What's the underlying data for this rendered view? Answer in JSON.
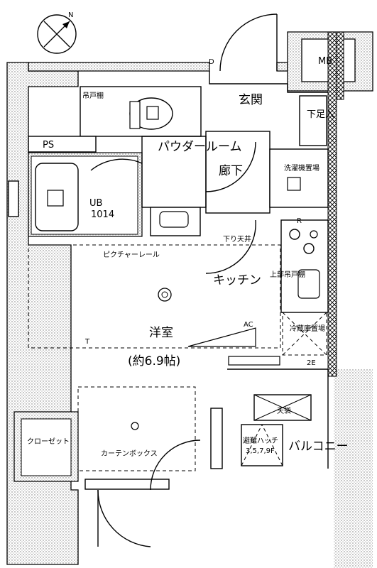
{
  "rooms": {
    "entrance": "玄関",
    "shoe_box": "下足入",
    "meter_box": "MB",
    "pipe_space": "PS",
    "powder_room": "パウダールーム",
    "hallway": "廊下",
    "unit_bath": "UB",
    "unit_bath_size": "1014",
    "washer": "洗濯機置場",
    "ceiling_drop": "下り天井",
    "kitchen": "キッチン",
    "upper_cabinet": "上部吊戸棚",
    "fridge": "冷蔵庫置場",
    "picture_rail": "ピクチャーレール",
    "western_room": "洋室",
    "western_room_size": "(約6.9帖)",
    "closet": "クローゼット",
    "curtain_box": "カーテンボックス",
    "balcony": "バルコニー",
    "evac_hatch": "避難ハッチ",
    "evac_hatch_floors": "3,5,7,9F",
    "ceiling_mark": "天袋",
    "hanging_shelf": "吊戸棚"
  },
  "symbols": {
    "north_arrow": "N",
    "d_mark": "D",
    "r_mark": "R",
    "t_mark": "T",
    "ac_mark": "AC",
    "e2_mark": "2E"
  },
  "colors": {
    "wall": "#000000",
    "hatch": "#9a9a9a",
    "background": "#ffffff"
  }
}
